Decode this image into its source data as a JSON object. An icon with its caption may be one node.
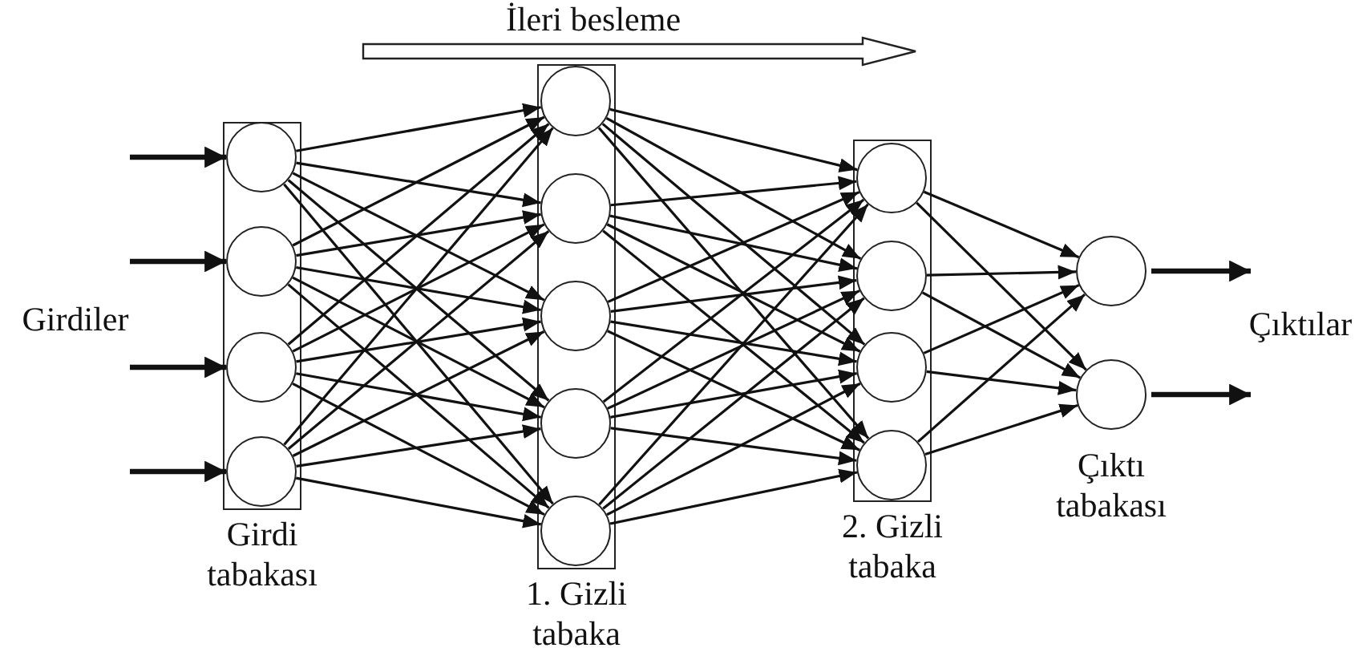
{
  "diagram": {
    "nodes": [
      {
        "text": [
          "Girdi tabakası"
        ]
      },
      {
        "text": [],
        "shape": "circle",
        "in": 0
      },
      {
        "text": [],
        "shape": "circle",
        "in": 0
      },
      {
        "text": [],
        "shape": "circle",
        "in": 0
      },
      {
        "text": [],
        "shape": "circle",
        "in": 0
      },
      {
        "text": [
          "1. Gizli tabaka"
        ]
      },
      {
        "text": [],
        "shape": "circle",
        "in": 5
      },
      {
        "text": [],
        "shape": "circle",
        "in": 5
      },
      {
        "text": [],
        "shape": "circle",
        "in": 5
      },
      {
        "text": [],
        "shape": "circle",
        "in": 5
      },
      {
        "text": [],
        "shape": "circle",
        "in": 5
      },
      {
        "text": [
          "2. Gizli tabaka"
        ]
      },
      {
        "text": [],
        "shape": "circle",
        "in": 11
      },
      {
        "text": [],
        "shape": "circle",
        "in": 11
      },
      {
        "text": [],
        "shape": "circle",
        "in": 11
      },
      {
        "text": [],
        "shape": "circle",
        "in": 11
      },
      {
        "text": [],
        "shape": "circle"
      },
      {
        "text": [],
        "shape": "circle"
      }
    ],
    "edges": [
      {
        "from": null,
        "to": 1,
        "arrow": "to",
        "style": "thick"
      },
      {
        "from": null,
        "to": 2,
        "arrow": "to",
        "style": "thick"
      },
      {
        "from": null,
        "to": 3,
        "arrow": "to",
        "style": "thick"
      },
      {
        "from": null,
        "to": 4,
        "arrow": "to",
        "style": "thick"
      },
      {
        "from": 1,
        "to": 6,
        "arrow": "to"
      },
      {
        "from": 1,
        "to": 7,
        "arrow": "to"
      },
      {
        "from": 1,
        "to": 8,
        "arrow": "to"
      },
      {
        "from": 1,
        "to": 9,
        "arrow": "to"
      },
      {
        "from": 1,
        "to": 10,
        "arrow": "to"
      },
      {
        "from": 2,
        "to": 6,
        "arrow": "to"
      },
      {
        "from": 2,
        "to": 7,
        "arrow": "to"
      },
      {
        "from": 2,
        "to": 8,
        "arrow": "to"
      },
      {
        "from": 2,
        "to": 9,
        "arrow": "to"
      },
      {
        "from": 2,
        "to": 10,
        "arrow": "to"
      },
      {
        "from": 3,
        "to": 6,
        "arrow": "to"
      },
      {
        "from": 3,
        "to": 7,
        "arrow": "to"
      },
      {
        "from": 3,
        "to": 8,
        "arrow": "to"
      },
      {
        "from": 3,
        "to": 9,
        "arrow": "to"
      },
      {
        "from": 3,
        "to": 10,
        "arrow": "to"
      },
      {
        "from": 4,
        "to": 6,
        "arrow": "to"
      },
      {
        "from": 4,
        "to": 7,
        "arrow": "to"
      },
      {
        "from": 4,
        "to": 8,
        "arrow": "to"
      },
      {
        "from": 4,
        "to": 9,
        "arrow": "to"
      },
      {
        "from": 4,
        "to": 10,
        "arrow": "to"
      },
      {
        "from": 6,
        "to": 12,
        "arrow": "to"
      },
      {
        "from": 6,
        "to": 13,
        "arrow": "to"
      },
      {
        "from": 6,
        "to": 14,
        "arrow": "to"
      },
      {
        "from": 6,
        "to": 15,
        "arrow": "to"
      },
      {
        "from": 7,
        "to": 12,
        "arrow": "to"
      },
      {
        "from": 7,
        "to": 13,
        "arrow": "to"
      },
      {
        "from": 7,
        "to": 14,
        "arrow": "to"
      },
      {
        "from": 7,
        "to": 15,
        "arrow": "to"
      },
      {
        "from": 8,
        "to": 12,
        "arrow": "to"
      },
      {
        "from": 8,
        "to": 13,
        "arrow": "to"
      },
      {
        "from": 8,
        "to": 14,
        "arrow": "to"
      },
      {
        "from": 8,
        "to": 15,
        "arrow": "to"
      },
      {
        "from": 9,
        "to": 12,
        "arrow": "to"
      },
      {
        "from": 9,
        "to": 13,
        "arrow": "to"
      },
      {
        "from": 9,
        "to": 14,
        "arrow": "to"
      },
      {
        "from": 9,
        "to": 15,
        "arrow": "to"
      },
      {
        "from": 10,
        "to": 12,
        "arrow": "to"
      },
      {
        "from": 10,
        "to": 13,
        "arrow": "to"
      },
      {
        "from": 10,
        "to": 14,
        "arrow": "to"
      },
      {
        "from": 10,
        "to": 15,
        "arrow": "to"
      },
      {
        "from": 12,
        "to": 16,
        "arrow": "to"
      },
      {
        "from": 12,
        "to": 17,
        "arrow": "to"
      },
      {
        "from": 13,
        "to": 16,
        "arrow": "to"
      },
      {
        "from": 13,
        "to": 17,
        "arrow": "to"
      },
      {
        "from": 14,
        "to": 16,
        "arrow": "to"
      },
      {
        "from": 14,
        "to": 17,
        "arrow": "to"
      },
      {
        "from": 15,
        "to": 16,
        "arrow": "to"
      },
      {
        "from": 15,
        "to": 17,
        "arrow": "to"
      },
      {
        "from": 16,
        "to": null,
        "arrow": "to",
        "style": "thick"
      },
      {
        "from": 17,
        "to": null,
        "arrow": "to",
        "style": "thick"
      }
    ],
    "labels": [
      "İleri besleme",
      "Girdiler",
      "Çıktılar",
      "Çıktı tabakası"
    ]
  }
}
